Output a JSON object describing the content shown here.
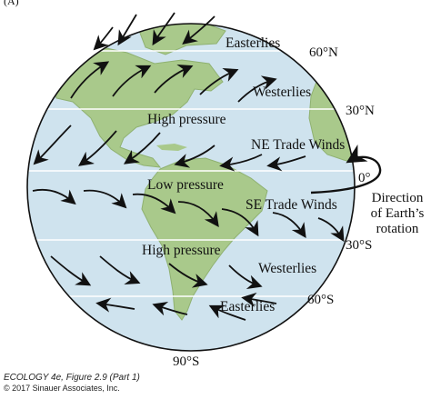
{
  "colors": {
    "ocean": "#cfe3ee",
    "land": "#a9c98b",
    "land_edge": "#8fb171",
    "grid": "#ffffff",
    "arrow": "#111111"
  },
  "corner_mark": "(A)",
  "latitudes": {
    "n60": "60°N",
    "n30": "30°N",
    "eq": "0°",
    "s30": "30°S",
    "s60": "60°S",
    "s90": "90°S"
  },
  "regions": {
    "easterlies_north": "Easterlies",
    "westerlies_north": "Westerlies",
    "high_pressure_north": "High pressure",
    "ne_trade_winds": "NE Trade Winds",
    "low_pressure": "Low pressure",
    "se_trade_winds": "SE Trade Winds",
    "high_pressure_south": "High pressure",
    "westerlies_south": "Westerlies",
    "easterlies_south": "Easterlies"
  },
  "rotation_label": [
    "Direction",
    "of Earth’s",
    "rotation"
  ],
  "caption": {
    "figure": "ECOLOGY 4e, Figure 2.9 (Part 1)",
    "copyright": "© 2017 Sinauer Associates, Inc."
  }
}
